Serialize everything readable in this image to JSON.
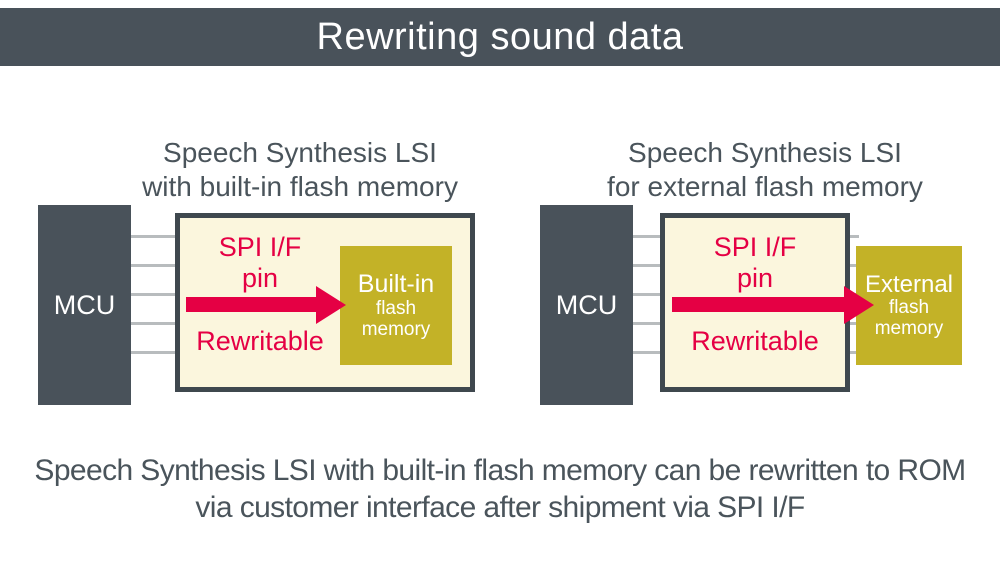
{
  "header": {
    "title": "Rewriting sound data"
  },
  "colors": {
    "dark_gray": "#49525a",
    "red": "#e50044",
    "olive_yellow": "#c3b227",
    "cream": "#fbf6dd",
    "line_gray": "#b8bcbe"
  },
  "left_diagram": {
    "title_line1": "Speech Synthesis LSI",
    "title_line2": "with built-in flash memory",
    "mcu_label": "MCU",
    "spi_line1": "SPI I/F",
    "spi_line2": "pin",
    "rewritable_label": "Rewritable",
    "flash_line1": "Built-in",
    "flash_line2": "flash",
    "flash_line3": "memory"
  },
  "right_diagram": {
    "title_line1": "Speech Synthesis LSI",
    "title_line2": "for external flash memory",
    "mcu_label": "MCU",
    "spi_line1": "SPI I/F",
    "spi_line2": "pin",
    "rewritable_label": "Rewritable",
    "flash_line1": "External",
    "flash_line2": "flash",
    "flash_line3": "memory"
  },
  "caption": {
    "line1": "Speech Synthesis LSI with built-in flash memory can be rewritten to ROM",
    "line2": "via customer interface after shipment via SPI I/F"
  }
}
